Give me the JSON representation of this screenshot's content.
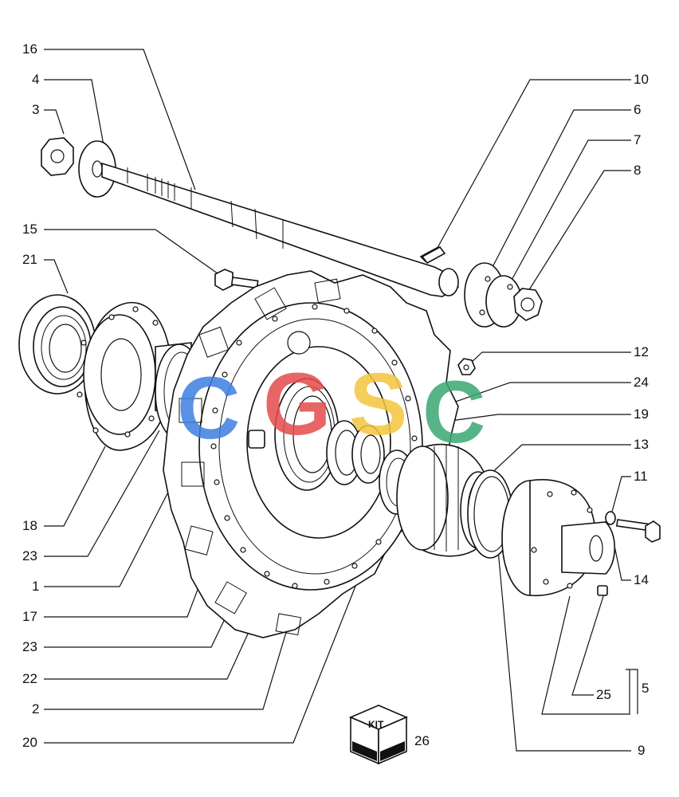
{
  "watermark": {
    "letters": [
      "C",
      "G",
      "S",
      "C"
    ],
    "colors": [
      "#3d7fe0",
      "#e54b4b",
      "#f3c63d",
      "#3aa873"
    ]
  },
  "callouts": [
    {
      "id": "16",
      "label": "16"
    },
    {
      "id": "4",
      "label": "4"
    },
    {
      "id": "3",
      "label": "3"
    },
    {
      "id": "15",
      "label": "15"
    },
    {
      "id": "21",
      "label": "21"
    },
    {
      "id": "18",
      "label": "18"
    },
    {
      "id": "23a",
      "label": "23"
    },
    {
      "id": "1",
      "label": "1"
    },
    {
      "id": "17",
      "label": "17"
    },
    {
      "id": "23b",
      "label": "23"
    },
    {
      "id": "22",
      "label": "22"
    },
    {
      "id": "2",
      "label": "2"
    },
    {
      "id": "20",
      "label": "20"
    },
    {
      "id": "10",
      "label": "10"
    },
    {
      "id": "6",
      "label": "6"
    },
    {
      "id": "7",
      "label": "7"
    },
    {
      "id": "8",
      "label": "8"
    },
    {
      "id": "12",
      "label": "12"
    },
    {
      "id": "24",
      "label": "24"
    },
    {
      "id": "19",
      "label": "19"
    },
    {
      "id": "13",
      "label": "13"
    },
    {
      "id": "11",
      "label": "11"
    },
    {
      "id": "14",
      "label": "14"
    },
    {
      "id": "5",
      "label": "5"
    },
    {
      "id": "25",
      "label": "25"
    },
    {
      "id": "9",
      "label": "9"
    },
    {
      "id": "26",
      "label": "26"
    }
  ],
  "kit_box": {
    "label": "KIT"
  }
}
